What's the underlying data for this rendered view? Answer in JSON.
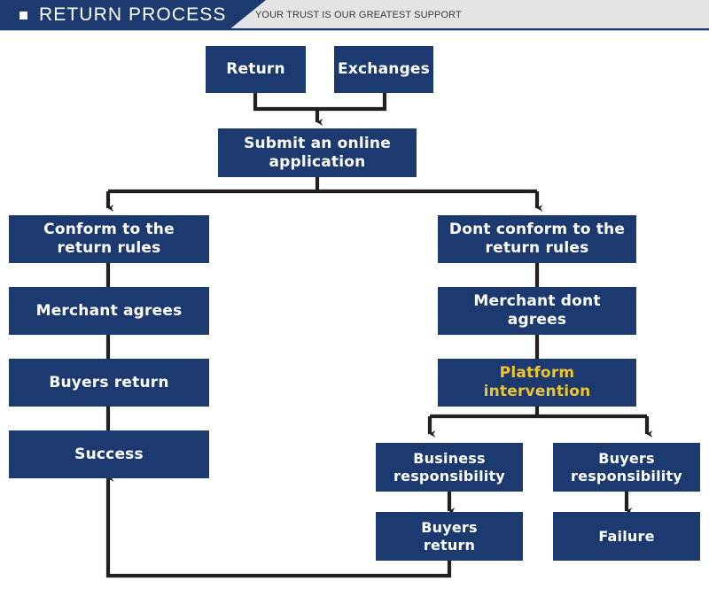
{
  "header": {
    "title": "RETURN PROCESS",
    "subtitle": "YOUR TRUST IS OUR GREATEST SUPPORT",
    "bullet_icon": "square-bullet-icon",
    "bar_color": "#1d3a70",
    "strip_color": "#e3e3e3"
  },
  "theme": {
    "node_fill": "#1d3a70",
    "node_text": "#ffffff",
    "accent_text": "#eec52e",
    "connector": "#231f20",
    "page_background": "#ffffff"
  },
  "flowchart": {
    "type": "process-flow-diagram",
    "nodes": [
      {
        "id": "return",
        "label": "Return"
      },
      {
        "id": "exchanges",
        "label": "Exchanges"
      },
      {
        "id": "submit",
        "label": "Submit an online\napplication"
      },
      {
        "id": "conform",
        "label": "Conform to the\nreturn rules"
      },
      {
        "id": "merchant-agrees",
        "label": "Merchant agrees"
      },
      {
        "id": "buyers-return-left",
        "label": "Buyers return"
      },
      {
        "id": "success",
        "label": "Success"
      },
      {
        "id": "dont-conform",
        "label": "Dont conform to the\nreturn rules"
      },
      {
        "id": "merchant-dont",
        "label": "Merchant dont agrees"
      },
      {
        "id": "platform",
        "label": "Platform\nintervention"
      },
      {
        "id": "business-resp",
        "label": "Business\nresponsibility"
      },
      {
        "id": "buyers-resp",
        "label": "Buyers\nresponsibility"
      },
      {
        "id": "buyers-return-bot",
        "label": "Buyers\nreturn"
      },
      {
        "id": "failure",
        "label": "Failure"
      }
    ],
    "edges": [
      {
        "from": "return",
        "to": "submit"
      },
      {
        "from": "exchanges",
        "to": "submit"
      },
      {
        "from": "submit",
        "to": "conform"
      },
      {
        "from": "submit",
        "to": "dont-conform"
      },
      {
        "from": "conform",
        "to": "merchant-agrees"
      },
      {
        "from": "merchant-agrees",
        "to": "buyers-return-left"
      },
      {
        "from": "buyers-return-left",
        "to": "success"
      },
      {
        "from": "dont-conform",
        "to": "merchant-dont"
      },
      {
        "from": "merchant-dont",
        "to": "platform"
      },
      {
        "from": "platform",
        "to": "business-resp"
      },
      {
        "from": "platform",
        "to": "buyers-resp"
      },
      {
        "from": "business-resp",
        "to": "buyers-return-bot"
      },
      {
        "from": "buyers-resp",
        "to": "failure"
      },
      {
        "from": "buyers-return-bot",
        "to": "success"
      }
    ]
  }
}
